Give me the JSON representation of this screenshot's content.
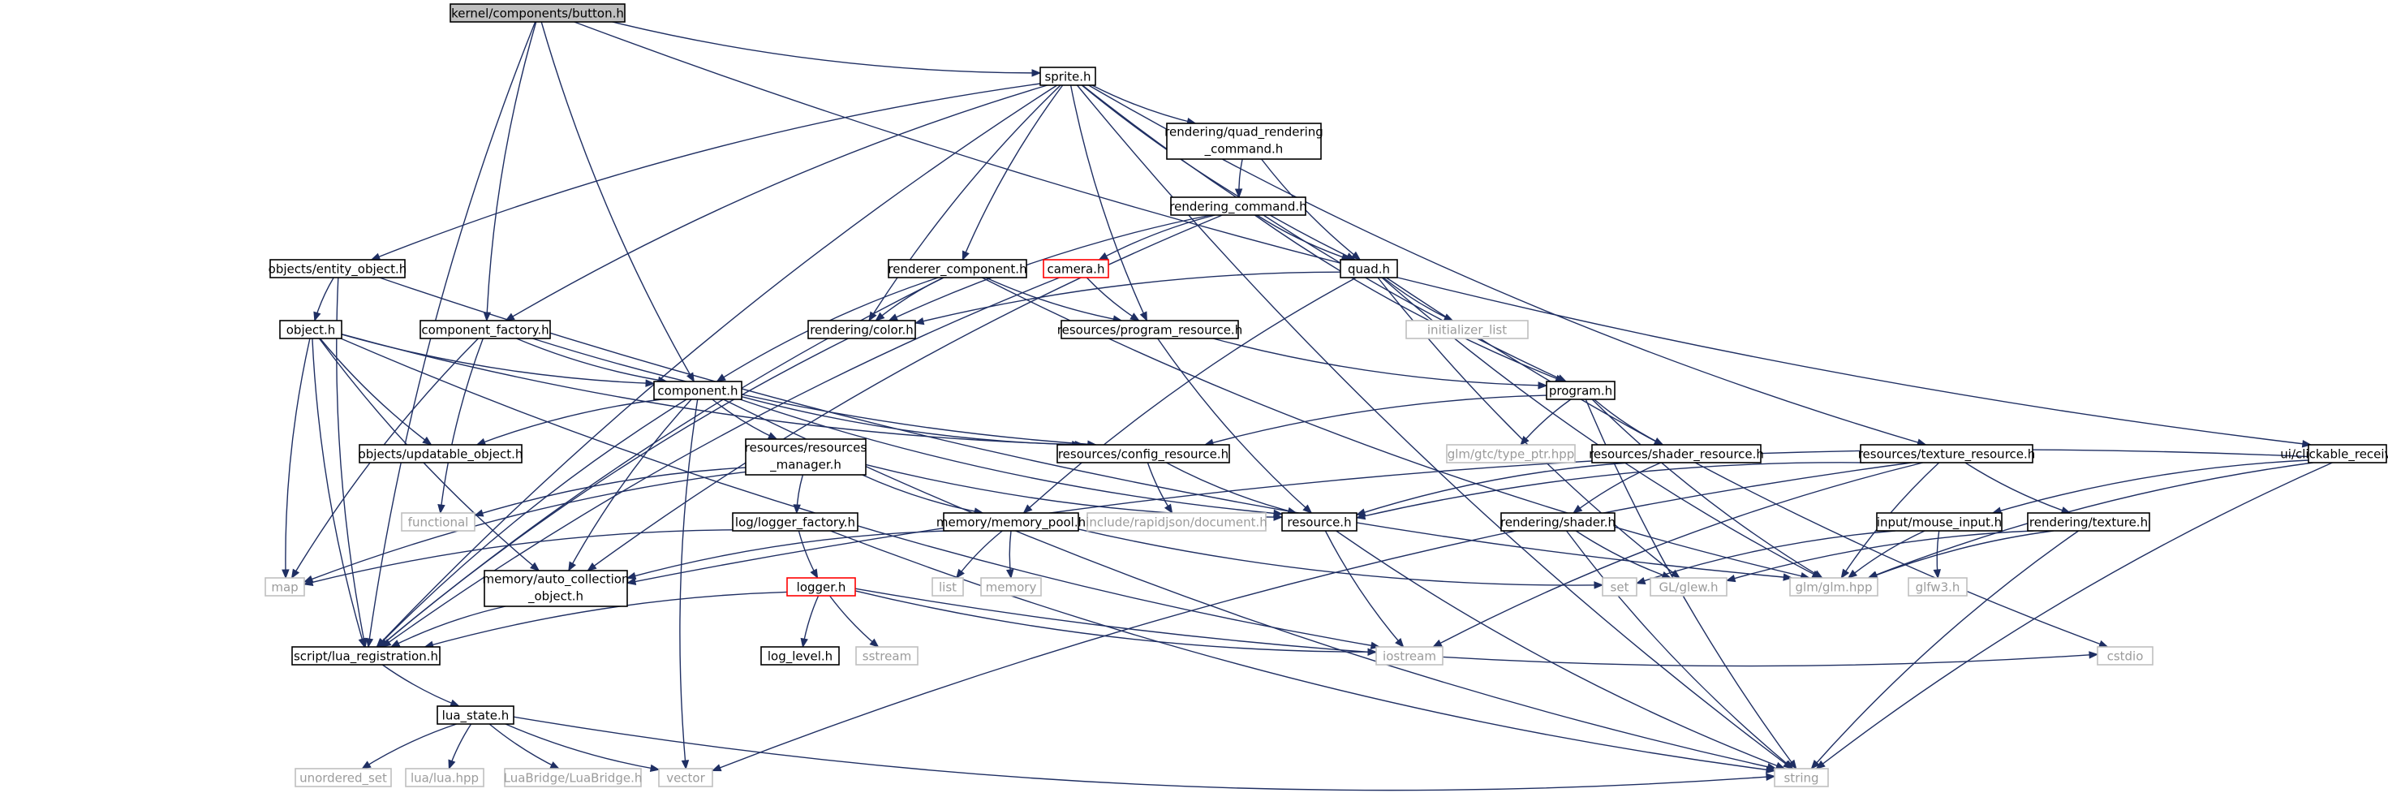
{
  "graph": {
    "colors": {
      "edge": "#1f2f63",
      "node_border": "#000000",
      "external_border": "#bfbfbf",
      "root_fill": "#bfbfbf",
      "missing_border": "#ff0000",
      "external_text": "#9b9b9b"
    },
    "nodes": [
      {
        "id": "button",
        "label": "kernel/components/button.h",
        "kind": "root"
      },
      {
        "id": "sprite",
        "label": "sprite.h",
        "kind": "file"
      },
      {
        "id": "quad_render_cmd",
        "label": [
          "rendering/quad_rendering",
          "_command.h"
        ],
        "kind": "file"
      },
      {
        "id": "render_cmd",
        "label": "rendering_command.h",
        "kind": "file"
      },
      {
        "id": "entity_object",
        "label": "objects/entity_object.h",
        "kind": "file"
      },
      {
        "id": "renderer_component",
        "label": "renderer_component.h",
        "kind": "file"
      },
      {
        "id": "camera",
        "label": "camera.h",
        "kind": "missing"
      },
      {
        "id": "quad",
        "label": "quad.h",
        "kind": "file"
      },
      {
        "id": "object",
        "label": "object.h",
        "kind": "file"
      },
      {
        "id": "component_factory",
        "label": "component_factory.h",
        "kind": "file"
      },
      {
        "id": "rendering_color",
        "label": "rendering/color.h",
        "kind": "file"
      },
      {
        "id": "program_resource",
        "label": "resources/program_resource.h",
        "kind": "file"
      },
      {
        "id": "initializer_list",
        "label": "initializer_list",
        "kind": "external"
      },
      {
        "id": "component",
        "label": "component.h",
        "kind": "file"
      },
      {
        "id": "program",
        "label": "program.h",
        "kind": "file"
      },
      {
        "id": "updatable_object",
        "label": "objects/updatable_object.h",
        "kind": "file"
      },
      {
        "id": "resources_manager",
        "label": [
          "resources/resources",
          "_manager.h"
        ],
        "kind": "file"
      },
      {
        "id": "config_resource",
        "label": "resources/config_resource.h",
        "kind": "file"
      },
      {
        "id": "glm_type_ptr",
        "label": "glm/gtc/type_ptr.hpp",
        "kind": "external"
      },
      {
        "id": "shader_resource",
        "label": "resources/shader_resource.h",
        "kind": "file"
      },
      {
        "id": "texture_resource",
        "label": "resources/texture_resource.h",
        "kind": "file"
      },
      {
        "id": "clickable_receiver",
        "label": "ui/clickable_receiver.h",
        "kind": "file"
      },
      {
        "id": "functional",
        "label": "functional",
        "kind": "external"
      },
      {
        "id": "logger_factory",
        "label": "log/logger_factory.h",
        "kind": "file"
      },
      {
        "id": "memory_pool",
        "label": "memory/memory_pool.h",
        "kind": "file"
      },
      {
        "id": "rapidjson",
        "label": "include/rapidjson/document.h",
        "kind": "external"
      },
      {
        "id": "resource",
        "label": "resource.h",
        "kind": "file"
      },
      {
        "id": "rendering_shader",
        "label": "rendering/shader.h",
        "kind": "file"
      },
      {
        "id": "mouse_input",
        "label": "input/mouse_input.h",
        "kind": "file"
      },
      {
        "id": "rendering_texture",
        "label": "rendering/texture.h",
        "kind": "file"
      },
      {
        "id": "map",
        "label": "map",
        "kind": "external"
      },
      {
        "id": "auto_collection",
        "label": [
          "memory/auto_collection",
          "_object.h"
        ],
        "kind": "file"
      },
      {
        "id": "list",
        "label": "list",
        "kind": "external"
      },
      {
        "id": "memory",
        "label": "memory",
        "kind": "external"
      },
      {
        "id": "set",
        "label": "set",
        "kind": "external"
      },
      {
        "id": "gl_glew",
        "label": "GL/glew.h",
        "kind": "external"
      },
      {
        "id": "glm_hpp",
        "label": "glm/glm.hpp",
        "kind": "external"
      },
      {
        "id": "glfw3",
        "label": "glfw3.h",
        "kind": "external"
      },
      {
        "id": "logger",
        "label": "logger.h",
        "kind": "missing"
      },
      {
        "id": "lua_registration",
        "label": "script/lua_registration.h",
        "kind": "file"
      },
      {
        "id": "log_level",
        "label": "log_level.h",
        "kind": "file"
      },
      {
        "id": "sstream",
        "label": "sstream",
        "kind": "external"
      },
      {
        "id": "iostream",
        "label": "iostream",
        "kind": "external"
      },
      {
        "id": "cstdio",
        "label": "cstdio",
        "kind": "external"
      },
      {
        "id": "lua_state",
        "label": "lua_state.h",
        "kind": "file"
      },
      {
        "id": "unordered_set",
        "label": "unordered_set",
        "kind": "external"
      },
      {
        "id": "lua_hpp",
        "label": "lua/lua.hpp",
        "kind": "external"
      },
      {
        "id": "luabridge",
        "label": "LuaBridge/LuaBridge.h",
        "kind": "external"
      },
      {
        "id": "vector",
        "label": "vector",
        "kind": "external"
      },
      {
        "id": "string",
        "label": "string",
        "kind": "external"
      }
    ],
    "edges": [
      [
        "button",
        "sprite"
      ],
      [
        "button",
        "component_factory"
      ],
      [
        "button",
        "component"
      ],
      [
        "button",
        "lua_registration"
      ],
      [
        "button",
        "clickable_receiver"
      ],
      [
        "sprite",
        "quad_render_cmd"
      ],
      [
        "sprite",
        "quad"
      ],
      [
        "sprite",
        "entity_object"
      ],
      [
        "sprite",
        "renderer_component"
      ],
      [
        "sprite",
        "component_factory"
      ],
      [
        "sprite",
        "rendering_color"
      ],
      [
        "sprite",
        "program_resource"
      ],
      [
        "sprite",
        "program"
      ],
      [
        "sprite",
        "texture_resource"
      ],
      [
        "sprite",
        "lua_registration"
      ],
      [
        "sprite",
        "string"
      ],
      [
        "quad_render_cmd",
        "render_cmd"
      ],
      [
        "quad_render_cmd",
        "quad"
      ],
      [
        "render_cmd",
        "camera"
      ],
      [
        "render_cmd",
        "quad"
      ],
      [
        "render_cmd",
        "rendering_color"
      ],
      [
        "render_cmd",
        "program"
      ],
      [
        "render_cmd",
        "auto_collection"
      ],
      [
        "entity_object",
        "object"
      ],
      [
        "entity_object",
        "lua_registration"
      ],
      [
        "entity_object",
        "glm_hpp"
      ],
      [
        "renderer_component",
        "rendering_color"
      ],
      [
        "renderer_component",
        "program_resource"
      ],
      [
        "renderer_component",
        "component"
      ],
      [
        "renderer_component",
        "lua_registration"
      ],
      [
        "renderer_component",
        "glm_hpp"
      ],
      [
        "camera",
        "program_resource"
      ],
      [
        "camera",
        "lua_registration"
      ],
      [
        "quad",
        "rendering_color"
      ],
      [
        "quad",
        "initializer_list"
      ],
      [
        "quad",
        "memory_pool"
      ],
      [
        "quad",
        "gl_glew"
      ],
      [
        "quad",
        "glm_hpp"
      ],
      [
        "quad",
        "cstdio"
      ],
      [
        "object",
        "component"
      ],
      [
        "object",
        "updatable_object"
      ],
      [
        "object",
        "auto_collection"
      ],
      [
        "object",
        "lua_registration"
      ],
      [
        "object",
        "map"
      ],
      [
        "object",
        "iostream"
      ],
      [
        "object",
        "config_resource"
      ],
      [
        "component_factory",
        "component"
      ],
      [
        "component_factory",
        "config_resource"
      ],
      [
        "component_factory",
        "map"
      ],
      [
        "component_factory",
        "functional"
      ],
      [
        "rendering_color",
        "lua_registration"
      ],
      [
        "program_resource",
        "program"
      ],
      [
        "program_resource",
        "resource"
      ],
      [
        "component",
        "updatable_object"
      ],
      [
        "component",
        "resources_manager"
      ],
      [
        "component",
        "config_resource"
      ],
      [
        "component",
        "resource"
      ],
      [
        "component",
        "auto_collection"
      ],
      [
        "component",
        "lua_registration"
      ],
      [
        "component",
        "vector"
      ],
      [
        "component",
        "string"
      ],
      [
        "program",
        "config_resource"
      ],
      [
        "program",
        "glm_type_ptr"
      ],
      [
        "program",
        "shader_resource"
      ],
      [
        "program",
        "glm_hpp"
      ],
      [
        "program",
        "string"
      ],
      [
        "resources_manager",
        "logger_factory"
      ],
      [
        "resources_manager",
        "memory_pool"
      ],
      [
        "resources_manager",
        "resource"
      ],
      [
        "resources_manager",
        "functional"
      ],
      [
        "resources_manager",
        "map"
      ],
      [
        "config_resource",
        "rapidjson"
      ],
      [
        "config_resource",
        "resource"
      ],
      [
        "shader_resource",
        "resource"
      ],
      [
        "shader_resource",
        "rendering_shader"
      ],
      [
        "texture_resource",
        "resource"
      ],
      [
        "texture_resource",
        "rendering_texture"
      ],
      [
        "texture_resource",
        "glm_hpp"
      ],
      [
        "texture_resource",
        "iostream"
      ],
      [
        "texture_resource",
        "vector"
      ],
      [
        "clickable_receiver",
        "mouse_input"
      ],
      [
        "clickable_receiver",
        "glm_hpp"
      ],
      [
        "clickable_receiver",
        "auto_collection"
      ],
      [
        "clickable_receiver",
        "string"
      ],
      [
        "logger_factory",
        "logger"
      ],
      [
        "logger_factory",
        "map"
      ],
      [
        "logger_factory",
        "string"
      ],
      [
        "memory_pool",
        "list"
      ],
      [
        "memory_pool",
        "memory"
      ],
      [
        "memory_pool",
        "auto_collection"
      ],
      [
        "memory_pool",
        "set"
      ],
      [
        "resource",
        "iostream"
      ],
      [
        "resource",
        "string"
      ],
      [
        "rendering_shader",
        "gl_glew"
      ],
      [
        "rendering_shader",
        "string"
      ],
      [
        "mouse_input",
        "set"
      ],
      [
        "mouse_input",
        "glm_hpp"
      ],
      [
        "mouse_input",
        "glfw3"
      ],
      [
        "rendering_texture",
        "glm_hpp"
      ],
      [
        "rendering_texture",
        "gl_glew"
      ],
      [
        "rendering_texture",
        "string"
      ],
      [
        "auto_collection",
        "lua_registration"
      ],
      [
        "logger",
        "log_level"
      ],
      [
        "logger",
        "sstream"
      ],
      [
        "logger",
        "iostream"
      ],
      [
        "logger",
        "cstdio"
      ],
      [
        "logger",
        "lua_registration"
      ],
      [
        "lua_registration",
        "lua_state"
      ],
      [
        "lua_state",
        "unordered_set"
      ],
      [
        "lua_state",
        "lua_hpp"
      ],
      [
        "lua_state",
        "luabridge"
      ],
      [
        "lua_state",
        "vector"
      ],
      [
        "lua_state",
        "string"
      ]
    ]
  }
}
